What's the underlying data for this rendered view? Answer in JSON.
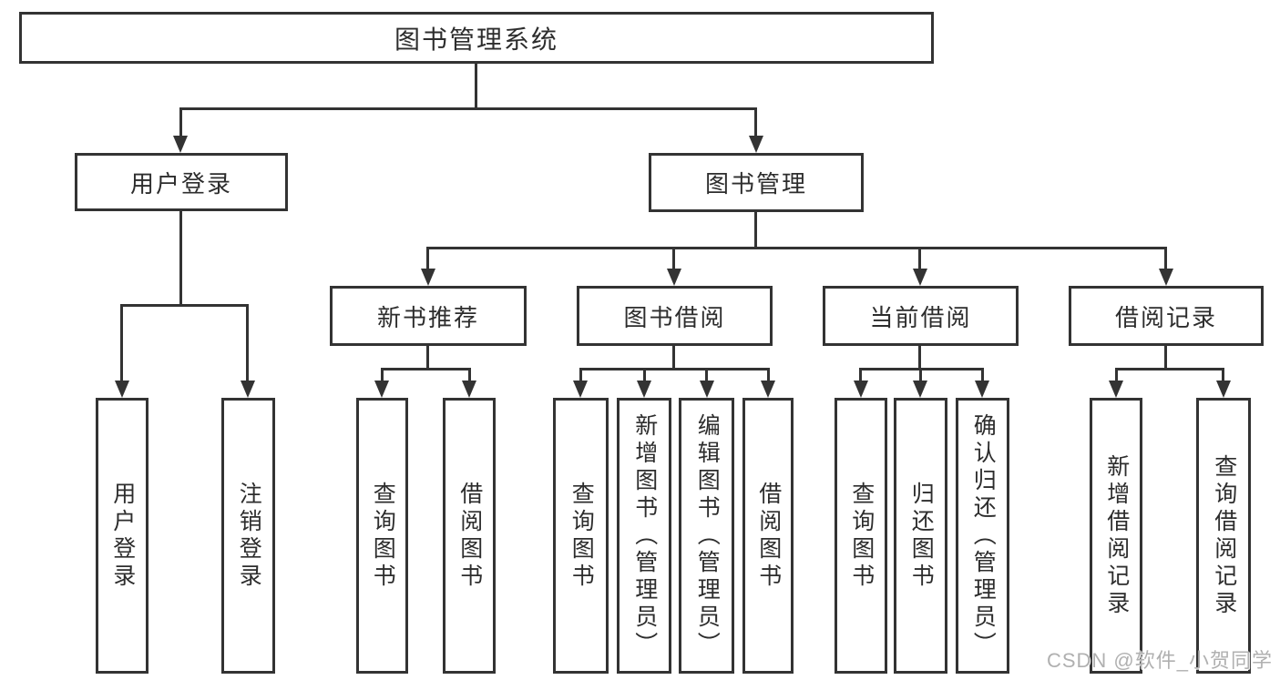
{
  "diagram": {
    "title": "图书管理系统",
    "level2": [
      {
        "label": "用户登录",
        "leaves": [
          "用户登录",
          "注销登录"
        ]
      },
      {
        "label": "图书管理",
        "children": [
          {
            "label": "新书推荐",
            "leaves": [
              "查询图书",
              "借阅图书"
            ]
          },
          {
            "label": "图书借阅",
            "leaves": [
              "查询图书",
              "新增图书（管理员）",
              "编辑图书（管理员）",
              "借阅图书"
            ]
          },
          {
            "label": "当前借阅",
            "leaves": [
              "查询图书",
              "归还图书",
              "确认归还（管理员）"
            ]
          },
          {
            "label": "借阅记录",
            "leaves": [
              "新增借阅记录",
              "查询借阅记录"
            ]
          }
        ]
      }
    ]
  },
  "watermark": "CSDN @软件_小贺同学",
  "colors": {
    "line": "#333333",
    "text": "#2d2d2d",
    "watermark": "#b0b0b0",
    "background": "#ffffff"
  }
}
